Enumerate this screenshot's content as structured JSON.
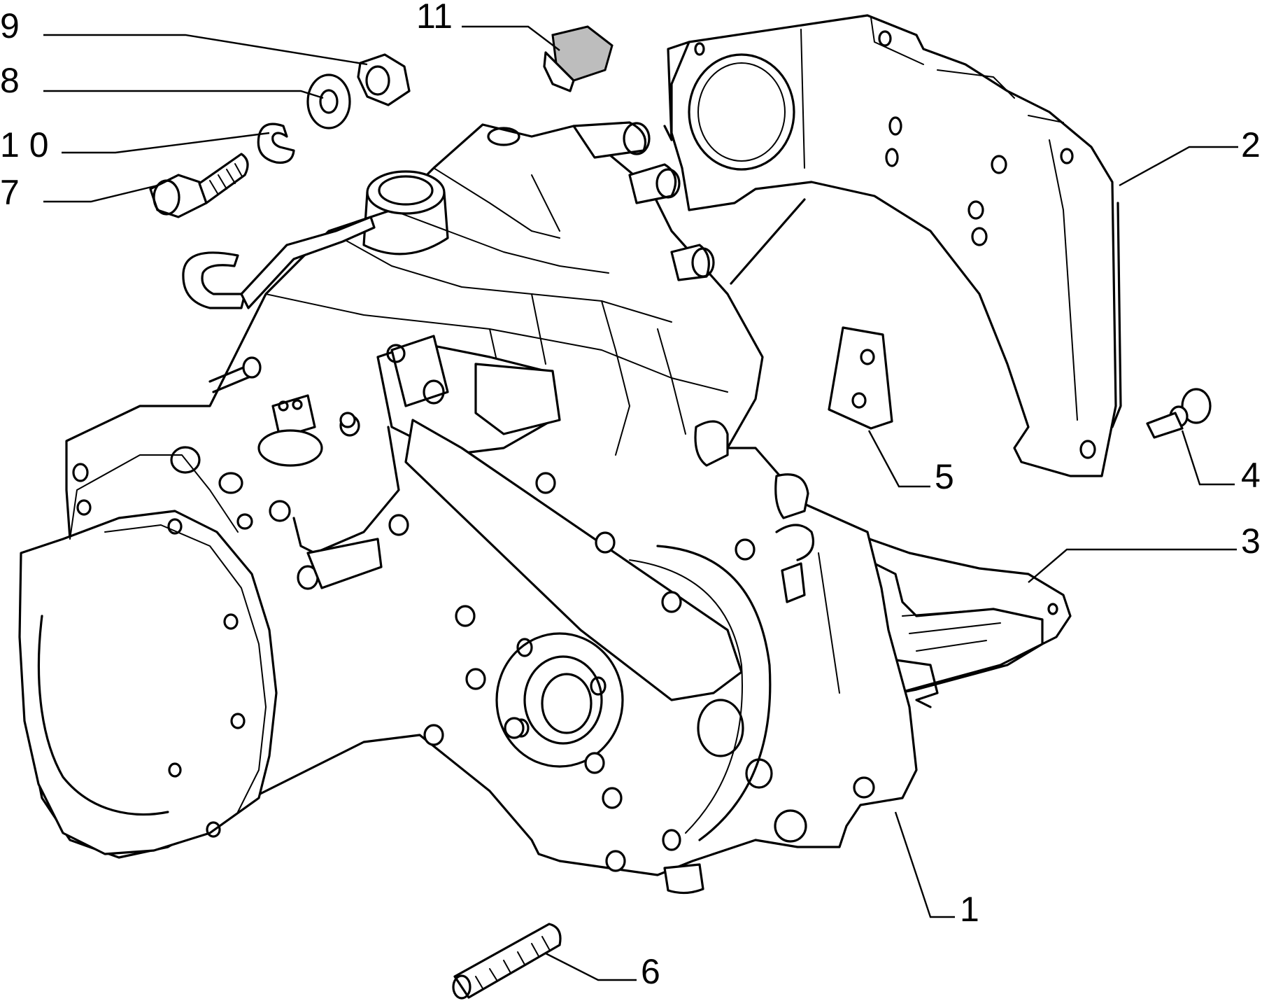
{
  "callouts": [
    {
      "id": "9",
      "label": "9"
    },
    {
      "id": "8",
      "label": "8"
    },
    {
      "id": "10",
      "label": "1 0"
    },
    {
      "id": "7",
      "label": "7"
    },
    {
      "id": "11",
      "label": "11"
    },
    {
      "id": "2",
      "label": "2"
    },
    {
      "id": "4",
      "label": "4"
    },
    {
      "id": "5",
      "label": "5"
    },
    {
      "id": "3",
      "label": "3"
    },
    {
      "id": "1",
      "label": "1"
    },
    {
      "id": "6",
      "label": "6"
    }
  ]
}
